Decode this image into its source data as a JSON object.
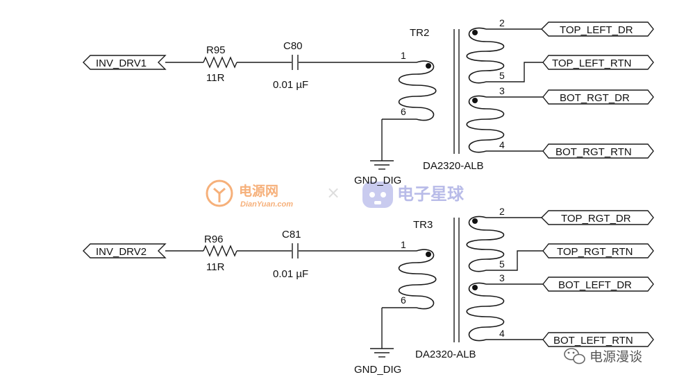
{
  "circuits": [
    {
      "input_net": "INV_DRV1",
      "resistor": {
        "ref": "R95",
        "value": "11R"
      },
      "capacitor": {
        "ref": "C80",
        "value": "0.01 µF"
      },
      "transformer": {
        "ref": "TR2",
        "part": "DA2320-ALB"
      },
      "primary_pins": [
        "1",
        "6"
      ],
      "ground": "GND_DIG",
      "secondary": [
        {
          "pins": [
            "2",
            "5"
          ],
          "nets": [
            "TOP_LEFT_DR",
            "TOP_LEFT_RTN"
          ]
        },
        {
          "pins": [
            "3",
            "4"
          ],
          "nets": [
            "BOT_RGT_DR",
            "BOT_RGT_RTN"
          ]
        }
      ]
    },
    {
      "input_net": "INV_DRV2",
      "resistor": {
        "ref": "R96",
        "value": "11R"
      },
      "capacitor": {
        "ref": "C81",
        "value": "0.01 µF"
      },
      "transformer": {
        "ref": "TR3",
        "part": "DA2320-ALB"
      },
      "primary_pins": [
        "1",
        "6"
      ],
      "ground": "GND_DIG",
      "secondary": [
        {
          "pins": [
            "2",
            "5"
          ],
          "nets": [
            "TOP_RGT_DR",
            "TOP_RGT_RTN"
          ]
        },
        {
          "pins": [
            "3",
            "4"
          ],
          "nets": [
            "BOT_LEFT_DR",
            "BOT_LEFT_RTN"
          ]
        }
      ]
    }
  ],
  "watermark": {
    "site_cn": "电源网",
    "site_en": "DianYuan.com",
    "separator": "×",
    "partner": "电子星球"
  },
  "brand": {
    "label": "电源漫谈",
    "icon": "wechat-icon"
  },
  "colors": {
    "line": "#1a1a1a",
    "watermark_orange": "#f6b07a",
    "watermark_purple": "#b8bbe8"
  }
}
